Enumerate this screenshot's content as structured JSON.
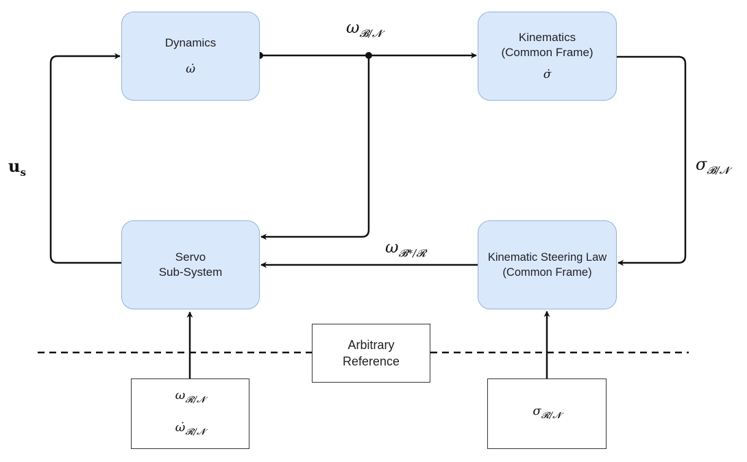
{
  "blocks": {
    "dynamics": {
      "title": "Dynamics",
      "symbol": "ω̇"
    },
    "kinematics": {
      "title_line1": "Kinematics",
      "title_line2": "(Common Frame)",
      "symbol": "σ̇"
    },
    "servo": {
      "title_line1": "Servo",
      "title_line2": "Sub-System"
    },
    "steering": {
      "title_line1": "Kinematic Steering Law",
      "title_line2": "(Common Frame)"
    }
  },
  "reference": {
    "label_line1": "Arbitrary",
    "label_line2": "Reference"
  },
  "inputs": {
    "omega_ref": {
      "base": "ω",
      "sub": "𝓡/𝓝"
    },
    "omega_ref_dot": {
      "base": "ω̇",
      "sub": "𝓡/𝓝"
    },
    "sigma_ref": {
      "base": "σ",
      "sub": "𝓡/𝓝"
    }
  },
  "signals": {
    "omega_bn": {
      "base": "ω",
      "sub": "𝓑/𝓝"
    },
    "sigma_bn": {
      "base": "σ",
      "sub": "𝓑/𝓝"
    },
    "omega_bstar_r": {
      "base": "ω",
      "sub": "𝓑*/𝓡"
    },
    "u_s": {
      "base": "u",
      "sub": "s"
    }
  },
  "colors": {
    "block_fill": "#dae8fc",
    "block_border": "#8fb1e0",
    "line": "#111111"
  }
}
